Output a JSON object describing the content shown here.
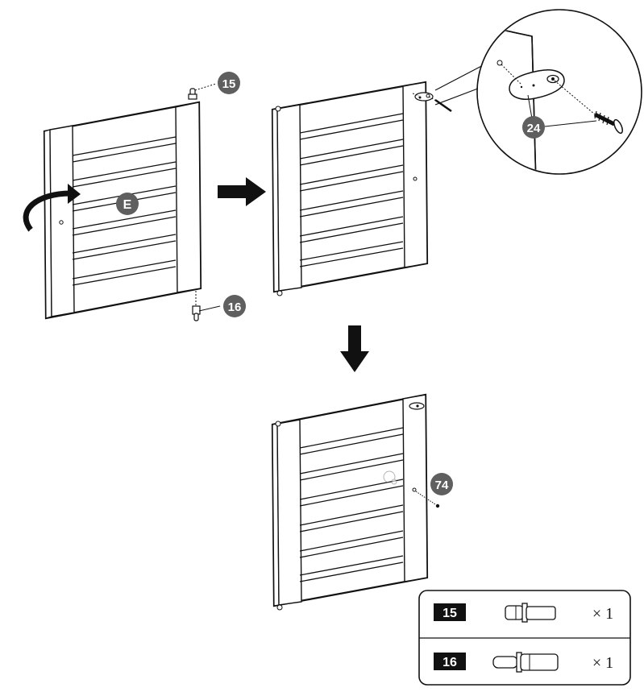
{
  "step_panels": {
    "panel_a": {
      "door_label": "E"
    },
    "panel_b": {
      "detail_label": "24"
    },
    "panel_c": {
      "hinge_label": "74"
    }
  },
  "callouts": {
    "pin_top": "15",
    "pin_bottom": "16"
  },
  "parts_table": {
    "rows": [
      {
        "code": "15",
        "qty": "× 1"
      },
      {
        "code": "16",
        "qty": "× 1"
      }
    ]
  },
  "colors": {
    "badge": "#5f5f5f",
    "line": "#1a1a1a",
    "arrow": "#111111"
  }
}
